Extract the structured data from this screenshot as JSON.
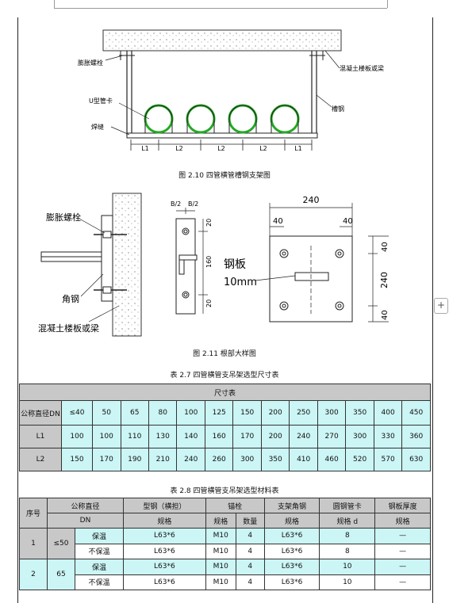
{
  "fig1": {
    "labels": {
      "expansion_bolt": "膨胀螺栓",
      "u_clamp": "U型管卡",
      "weld": "焊缝",
      "concrete": "混凝土楼板或梁",
      "channel_steel": "槽钢"
    },
    "dims": [
      "L1",
      "L2",
      "L2",
      "L2",
      "L1"
    ],
    "caption": "图 2.10   四管横管槽钢支架图"
  },
  "fig2": {
    "labels": {
      "expansion_bolt": "膨胀螺栓",
      "angle_steel": "角钢",
      "concrete": "混凝土楼板或梁",
      "steel_plate": "钢板",
      "thickness": "10mm",
      "half_b_1": "B/2",
      "half_b_2": "B/2"
    },
    "dims": {
      "d20a": "20",
      "d160": "160",
      "d20b": "20",
      "w240": "240",
      "w40a": "40",
      "w40b": "40",
      "h40a": "40",
      "h240": "240",
      "h40b": "40"
    },
    "caption": "图 2.11   根部大样图"
  },
  "table1": {
    "caption": "表 2.7   四管横管支吊架选型尺寸表",
    "header": "尺寸表",
    "dn_label": "公称直径DN",
    "l1_label": "L1",
    "l2_label": "L2",
    "dn": [
      "≤40",
      "50",
      "65",
      "80",
      "100",
      "125",
      "150",
      "200",
      "250",
      "300",
      "350",
      "400",
      "450"
    ],
    "l1": [
      "100",
      "100",
      "110",
      "130",
      "140",
      "160",
      "170",
      "200",
      "240",
      "270",
      "300",
      "330",
      "360"
    ],
    "l2": [
      "150",
      "170",
      "190",
      "210",
      "240",
      "260",
      "300",
      "350",
      "410",
      "460",
      "520",
      "570",
      "630"
    ]
  },
  "table2": {
    "caption": "表 2.8   四管横管支吊架选型材料表",
    "headers": {
      "seq": "序号",
      "dn": "公称直径",
      "dn_sub": "DN",
      "channel": "型钢（横担）",
      "anchor": "锚栓",
      "bracket": "支架角钢",
      "clamp": "圆钢管卡",
      "plate": "钢板厚度",
      "spec": "规格",
      "qty": "数量",
      "spec_d": "规格 d"
    },
    "rows": [
      {
        "seq": "1",
        "dn": "≤50",
        "type": "保温",
        "channel": "L63*6",
        "anchor": "M10",
        "qty": "4",
        "bracket": "L63*6",
        "clamp": "8",
        "plate": "—"
      },
      {
        "seq": "1",
        "dn": "≤50",
        "type": "不保温",
        "channel": "L63*6",
        "anchor": "M10",
        "qty": "4",
        "bracket": "L63*6",
        "clamp": "8",
        "plate": "—"
      },
      {
        "seq": "2",
        "dn": "65",
        "type": "保温",
        "channel": "L63*6",
        "anchor": "M10",
        "qty": "4",
        "bracket": "L63*6",
        "clamp": "10",
        "plate": "—"
      },
      {
        "seq": "2",
        "dn": "65",
        "type": "不保温",
        "channel": "L63*6",
        "anchor": "M10",
        "qty": "4",
        "bracket": "L63*6",
        "clamp": "10",
        "plate": "—"
      }
    ]
  },
  "ui": {
    "expand_label": "+"
  }
}
